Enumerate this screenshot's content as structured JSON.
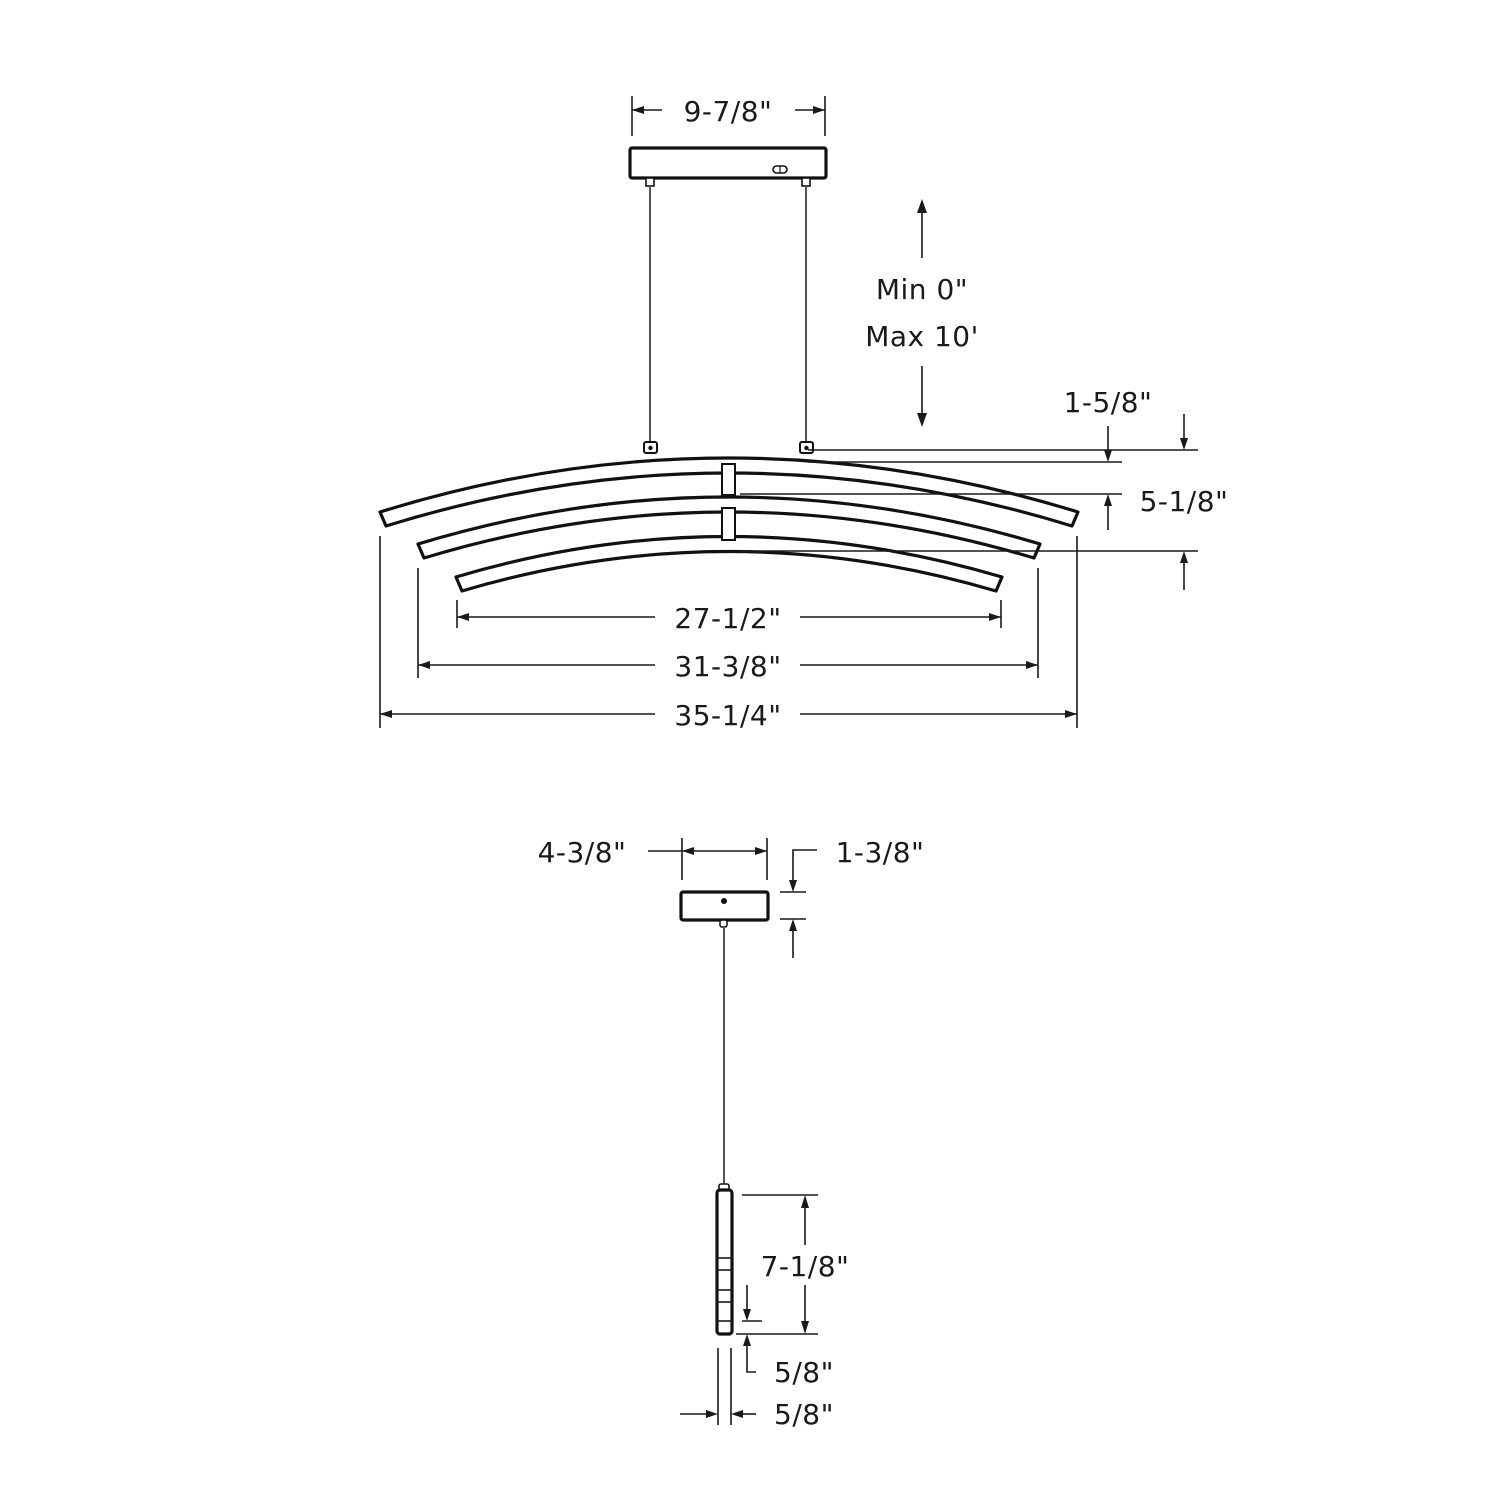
{
  "drawing": {
    "type": "product-dimension-drawing",
    "front_view": {
      "canopy_width": "9-7/8\"",
      "suspension_length_min": "Min 0\"",
      "suspension_length_max": "Max 10'",
      "bar_thickness": "1-5/8\"",
      "bar_spacing": "5-1/8\"",
      "bottom_bar_width": "27-1/2\"",
      "middle_bar_width": "31-3/8\"",
      "top_bar_width": "35-1/4\""
    },
    "side_view": {
      "canopy_depth": "4-3/8\"",
      "canopy_height": "1-3/8\"",
      "fixture_height": "7-1/8\"",
      "bar_profile_height": "5/8\"",
      "bar_profile_width": "5/8\""
    },
    "colors": {
      "line": "#1a1a1a",
      "cable": "#555555",
      "background": "#ffffff"
    }
  }
}
